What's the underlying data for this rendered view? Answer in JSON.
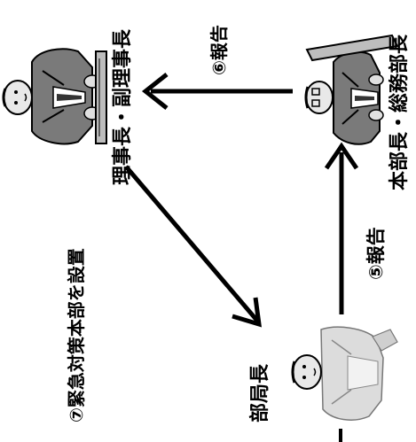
{
  "nodes": {
    "chairman": {
      "label": "理事長・副理事長"
    },
    "hq_head": {
      "label": "本部長・総務部長"
    },
    "dept_head": {
      "label": "部局長"
    }
  },
  "edges": {
    "report_to_chairman": {
      "label": "⑥報告"
    },
    "report_to_hq": {
      "label": "⑤報告"
    },
    "establish_hq": {
      "label": "⑦緊急対策本部を設置"
    }
  },
  "colors": {
    "ink": "#000000",
    "background": "#ffffff",
    "shade": "#8a8a8a",
    "light": "#d8d8d8"
  }
}
